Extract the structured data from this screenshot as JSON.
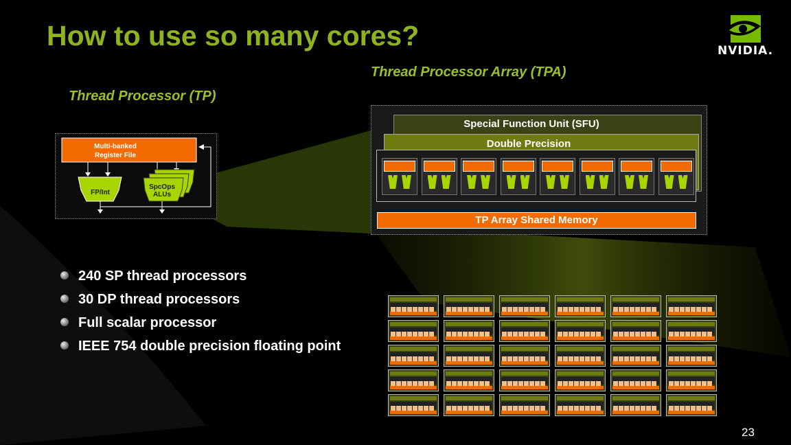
{
  "slide": {
    "title": "How to use so many cores?",
    "logo_text": "NVIDIA.",
    "page_number": "23"
  },
  "tp": {
    "heading": "Thread Processor (TP)",
    "register_file": [
      "Multi-banked",
      "Register File"
    ],
    "fp_int": "FP/Int",
    "spc_ops": [
      "SpcOps",
      "ALUs"
    ]
  },
  "tpa": {
    "heading": "Thread Processor Array (TPA)",
    "sfu": "Special Function Unit (SFU)",
    "double_precision": "Double Precision",
    "shared_memory": "TP Array Shared Memory"
  },
  "bullets": [
    "240 SP thread processors",
    "30 DP thread processors",
    "Full scalar processor",
    "IEEE 754 double precision floating point"
  ],
  "colors": {
    "title_green": "#8fb21f",
    "orange": "#f26a00",
    "alu_green": "#a8d400",
    "dp_olive": "#6d7b11"
  }
}
